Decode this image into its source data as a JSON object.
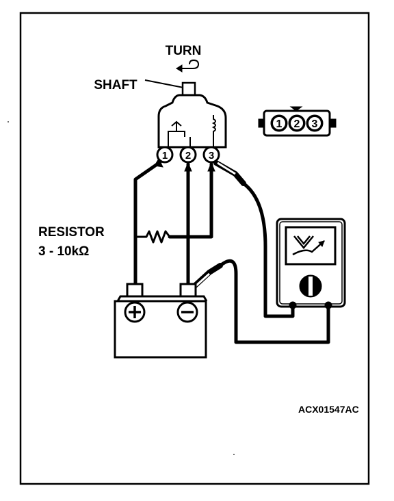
{
  "labels": {
    "turn": "TURN",
    "shaft": "SHAFT",
    "resistor_line1": "RESISTOR",
    "resistor_line2": "3 - 10kΩ",
    "figure_code": "ACX01547AC"
  },
  "connector_pins": [
    "1",
    "2",
    "3"
  ],
  "sensor_terminals": [
    "1",
    "2",
    "3"
  ],
  "icons": {
    "turn_arrow": "rotate-arrow-icon",
    "battery_positive": "plus-icon",
    "battery_negative": "minus-icon",
    "meter_dial": "dial-icon"
  }
}
